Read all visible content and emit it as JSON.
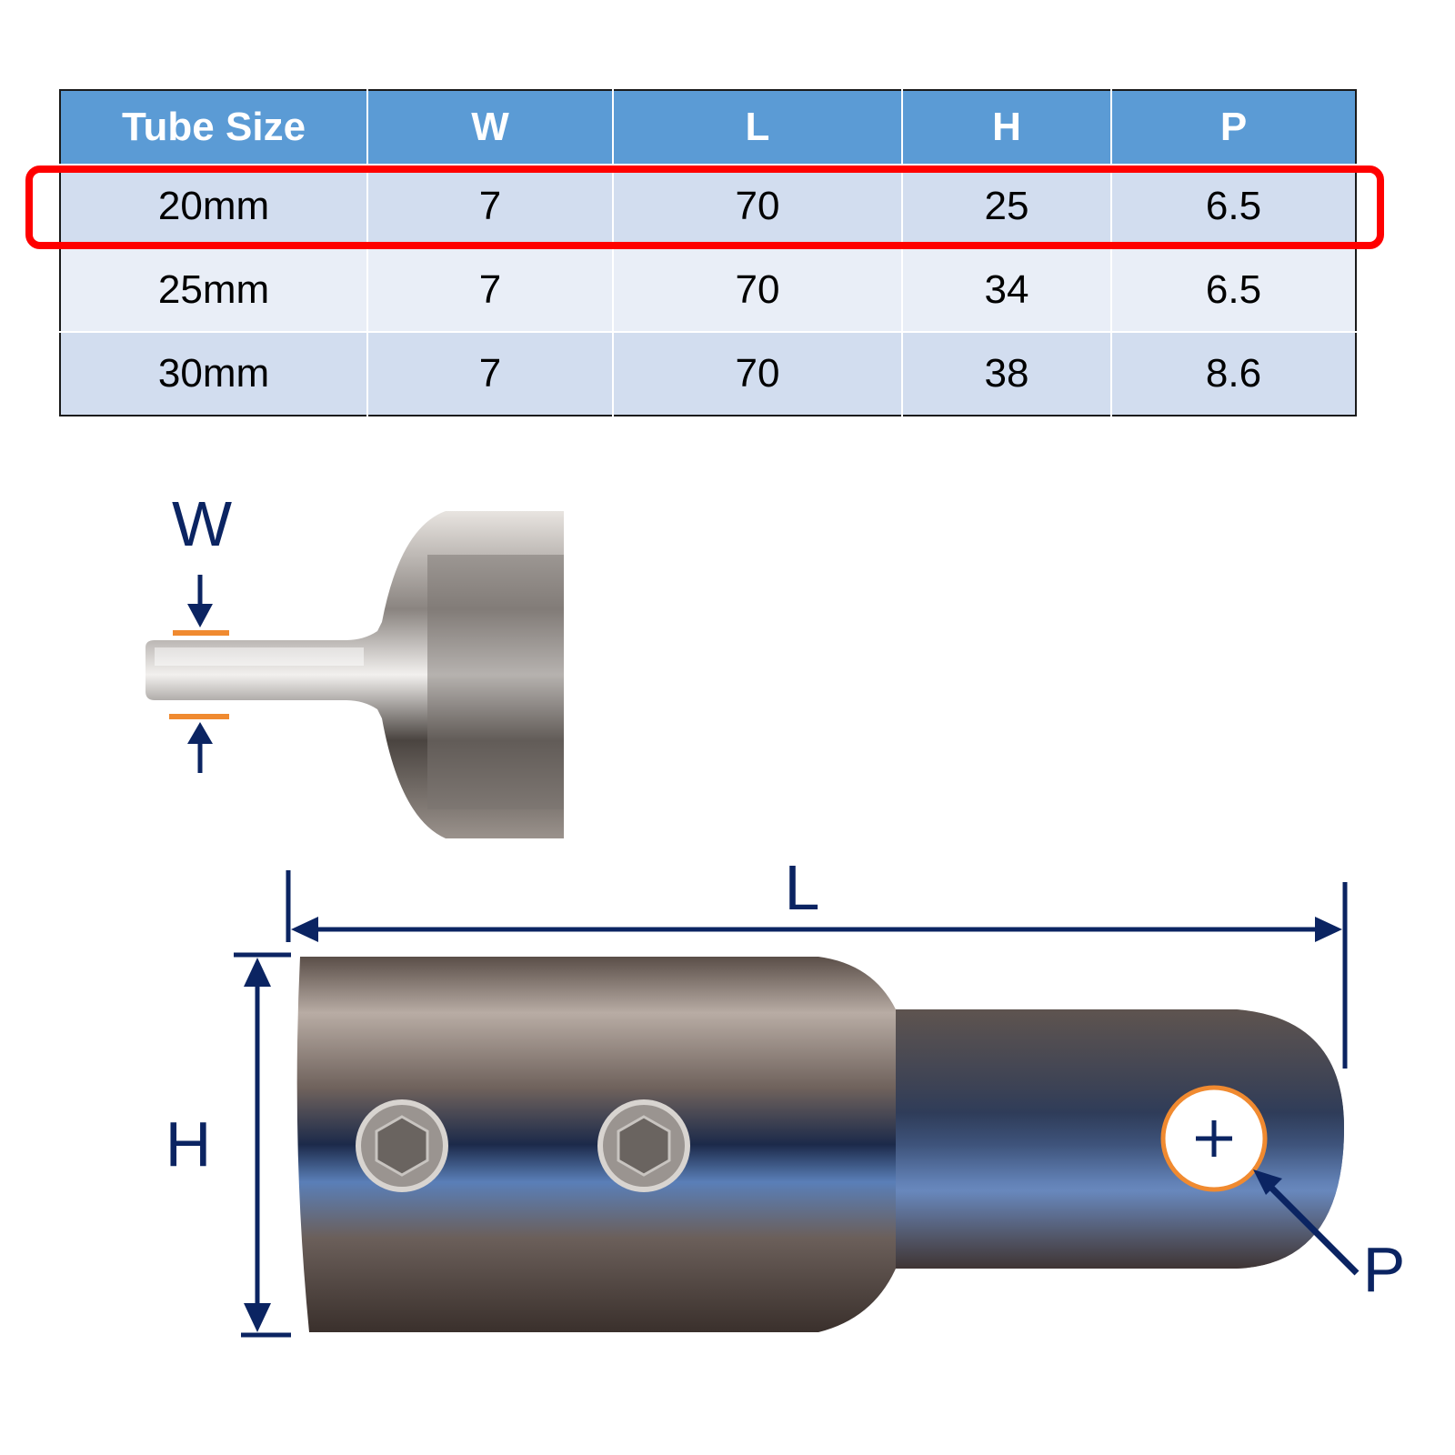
{
  "table": {
    "headers": [
      "Tube Size",
      "W",
      "L",
      "H",
      "P"
    ],
    "rows": [
      [
        "20mm",
        "7",
        "70",
        "25",
        "6.5"
      ],
      [
        "25mm",
        "7",
        "70",
        "34",
        "6.5"
      ],
      [
        "30mm",
        "7",
        "70",
        "38",
        "8.6"
      ]
    ],
    "highlighted_row": 0
  },
  "colors": {
    "header_bg": "#5b9bd5",
    "row_dark": "#d2ddef",
    "row_light": "#e9eef7",
    "highlight": "#ff0000",
    "dimension_lines": "#0b2462",
    "marker_orange": "#f08a30"
  },
  "diagram": {
    "labels": {
      "w": "W",
      "l": "L",
      "h": "H",
      "p": "P"
    },
    "side_view": {
      "description": "side view of eye end showing tab thickness W"
    },
    "top_view": {
      "description": "top view of tube eye end fitting showing L, H and pin hole P"
    }
  }
}
